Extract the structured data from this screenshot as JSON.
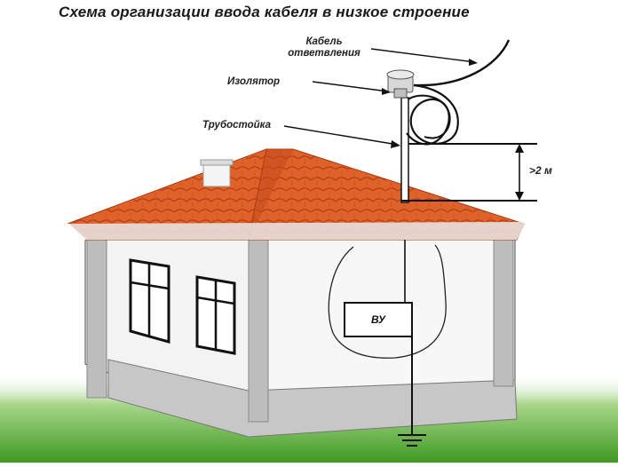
{
  "diagram": {
    "title": "Схема организации ввода кабеля в низкое строение",
    "labels": {
      "cable_line1": "Кабель",
      "cable_line2": "ответвления",
      "insulator": "Изолятор",
      "pipe_rack": "Трубостойка",
      "height": ">2 м",
      "input_device": "ВУ"
    },
    "colors": {
      "roof": "#e0622a",
      "roof_dark": "#c24a1c",
      "wall": "#f2f2f2",
      "pillar": "#bdbdbd",
      "grass": "#4caa2c",
      "line": "#111111"
    },
    "icons": [
      "ground-symbol-icon",
      "insulator-icon",
      "chimney-icon"
    ]
  }
}
